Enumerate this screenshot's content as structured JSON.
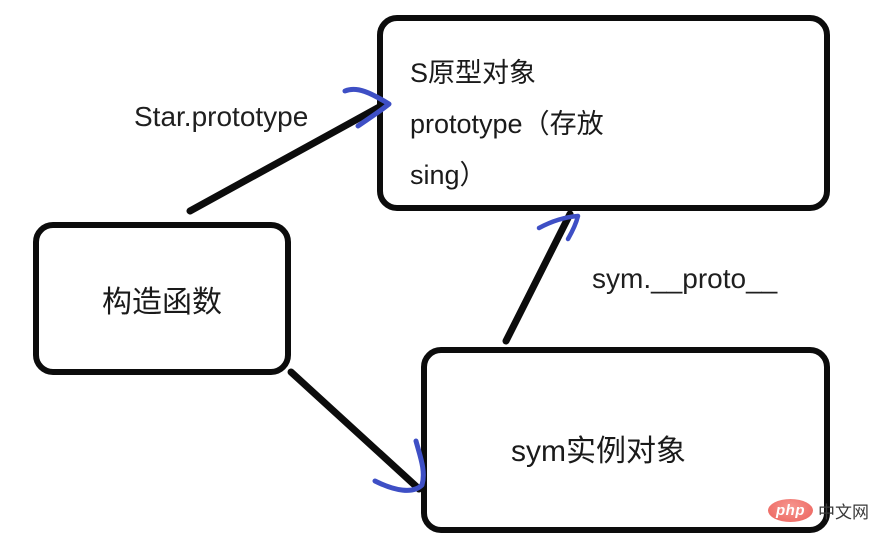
{
  "diagram": {
    "title_hint": "JS prototype relationship diagram",
    "boxes": {
      "prototype_object": {
        "lines": [
          "S原型对象",
          "prototype（存放",
          "sing）"
        ]
      },
      "constructor_function": {
        "label": "构造函数"
      },
      "instance_object": {
        "label": "sym实例对象"
      }
    },
    "edge_labels": {
      "star_prototype": "Star.prototype",
      "sym_proto": "sym.__proto__"
    },
    "colors": {
      "box_border": "#0c0c0c",
      "arrow_stroke": "#0c0c0c",
      "arrowhead_stroke": "#3e4fc5",
      "watermark_badge": "#ef706a",
      "watermark_badge_text": "#ffffff",
      "watermark_site_text": "#3a3a3a",
      "background": "#ffffff"
    },
    "watermark": {
      "logo_text": "php",
      "site_text": "中文网"
    }
  }
}
